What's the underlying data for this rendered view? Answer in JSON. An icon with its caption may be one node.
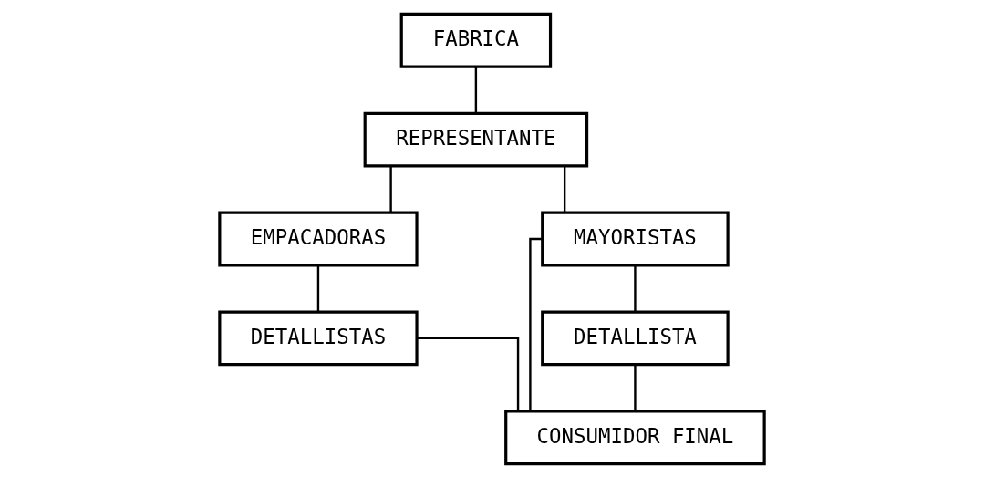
{
  "diagram": {
    "nodes": [
      {
        "text": [
          "FABRICA"
        ]
      },
      {
        "text": [
          "REPRESENTANTE"
        ]
      },
      {
        "text": [
          "EMPACADORAS"
        ]
      },
      {
        "text": [
          "DETALLISTAS"
        ]
      },
      {
        "text": [
          "MAYORISTAS"
        ]
      },
      {
        "text": [
          "DETALLISTA"
        ]
      },
      {
        "text": [
          "CONSUMIDOR FINAL"
        ]
      }
    ],
    "edges": [
      {
        "from": 0,
        "to": 1,
        "arrow": "none"
      },
      {
        "from": 1,
        "to": 2,
        "arrow": "none"
      },
      {
        "from": 1,
        "to": 4,
        "arrow": "none"
      },
      {
        "from": 2,
        "to": 3,
        "arrow": "none"
      },
      {
        "from": 3,
        "to": 6,
        "arrow": "none"
      },
      {
        "from": 4,
        "to": 5,
        "arrow": "none"
      },
      {
        "from": 5,
        "to": 6,
        "arrow": "none"
      },
      {
        "from": 4,
        "to": 6,
        "arrow": "none"
      }
    ]
  }
}
